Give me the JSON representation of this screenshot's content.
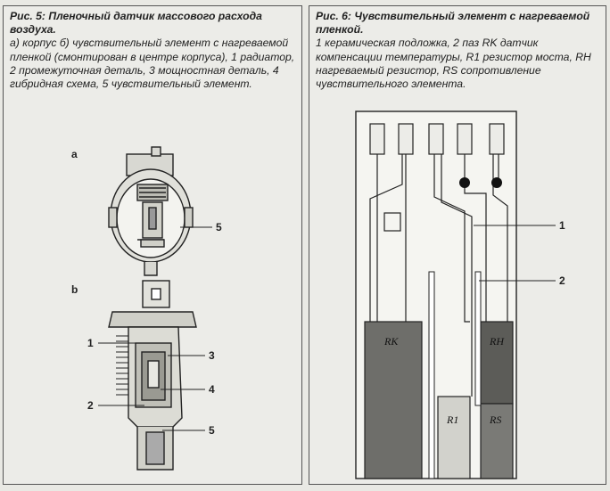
{
  "fig5": {
    "title": "Рис. 5: Пленочный датчик массового расхода воздуха.",
    "description": "а) корпус б) чувствительный элемент с нагреваемой пленкой (смонтирован в центре корпуса), 1 радиатор, 2 промежуточная деталь, 3 мощностная деталь, 4 гибридная схема, 5 чувствительный элемент.",
    "label_a": "a",
    "label_b": "b",
    "callouts_a": [
      "5"
    ],
    "callouts_b": [
      "1",
      "3",
      "4",
      "2",
      "5"
    ]
  },
  "fig6": {
    "title": "Рис. 6: Чувствительный элемент с нагреваемой пленкой.",
    "description": "1 керамическая подложка, 2 паз RK датчик компенсации температуры, R1 резистор моста, RH нагреваемый резистор, RS сопротивление чувствительного элемента.",
    "callouts": [
      "1",
      "2"
    ],
    "resistor_labels": {
      "rk": "RK",
      "r1": "R1",
      "rh": "RH",
      "rs": "RS"
    }
  }
}
